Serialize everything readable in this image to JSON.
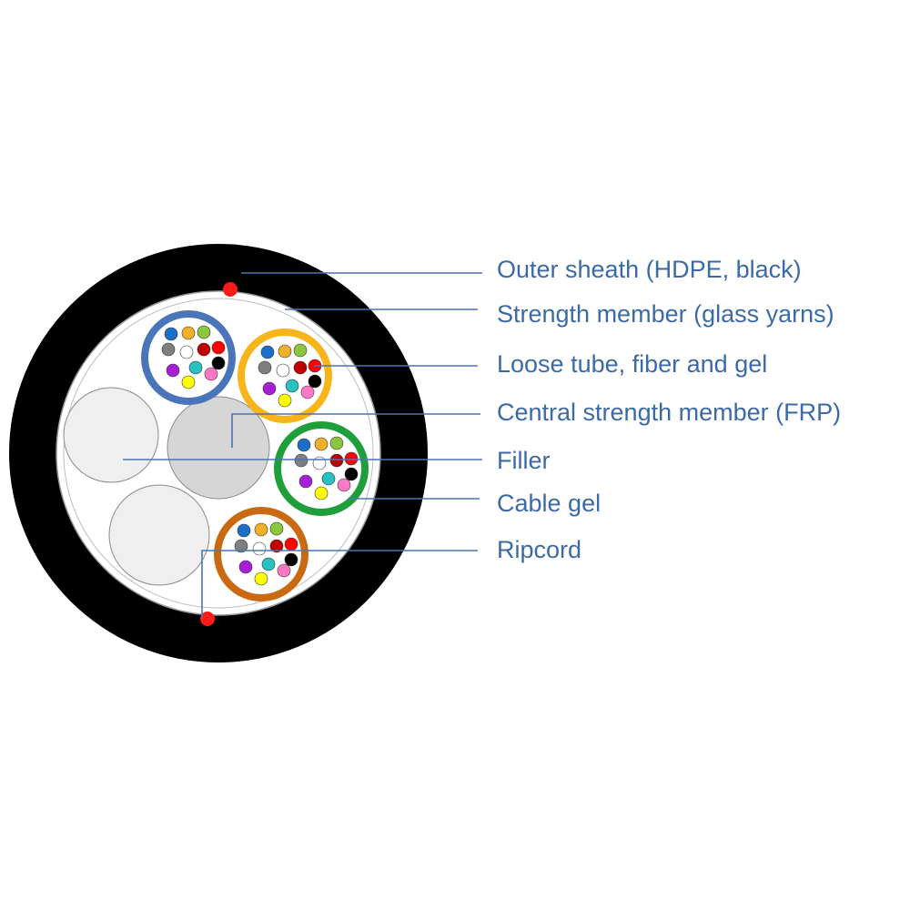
{
  "labels": {
    "outer_sheath": "Outer sheath (HDPE, black)",
    "strength_member": "Strength member (glass yarns)",
    "loose_tube": "Loose tube, fiber and gel",
    "central_strength_member": "Central strength member (FRP)",
    "filler": "Filler",
    "cable_gel": "Cable gel",
    "ripcord": "Ripcord"
  },
  "colors": {
    "label_text": "#3c6aa6",
    "leader_line": "#4a76b0",
    "sheath": "#000000",
    "core_fill": "#ffffff",
    "filler": "#efefef",
    "central_member": "#d6d6d6",
    "ripcord": "#ff1a1a",
    "tube_blue": "#4a76b9",
    "tube_orange": "#f7b51b",
    "tube_green": "#1f9e3c",
    "tube_brown": "#c96a12"
  },
  "fiber_colors": [
    "#1b6fc9",
    "#f2b02a",
    "#8cc63f",
    "#7f7f7f",
    "#ffffff",
    "#c00000",
    "#ff0000",
    "#000000",
    "#a61fd6",
    "#28c0c0",
    "#ffff00",
    "#ff78c8"
  ]
}
